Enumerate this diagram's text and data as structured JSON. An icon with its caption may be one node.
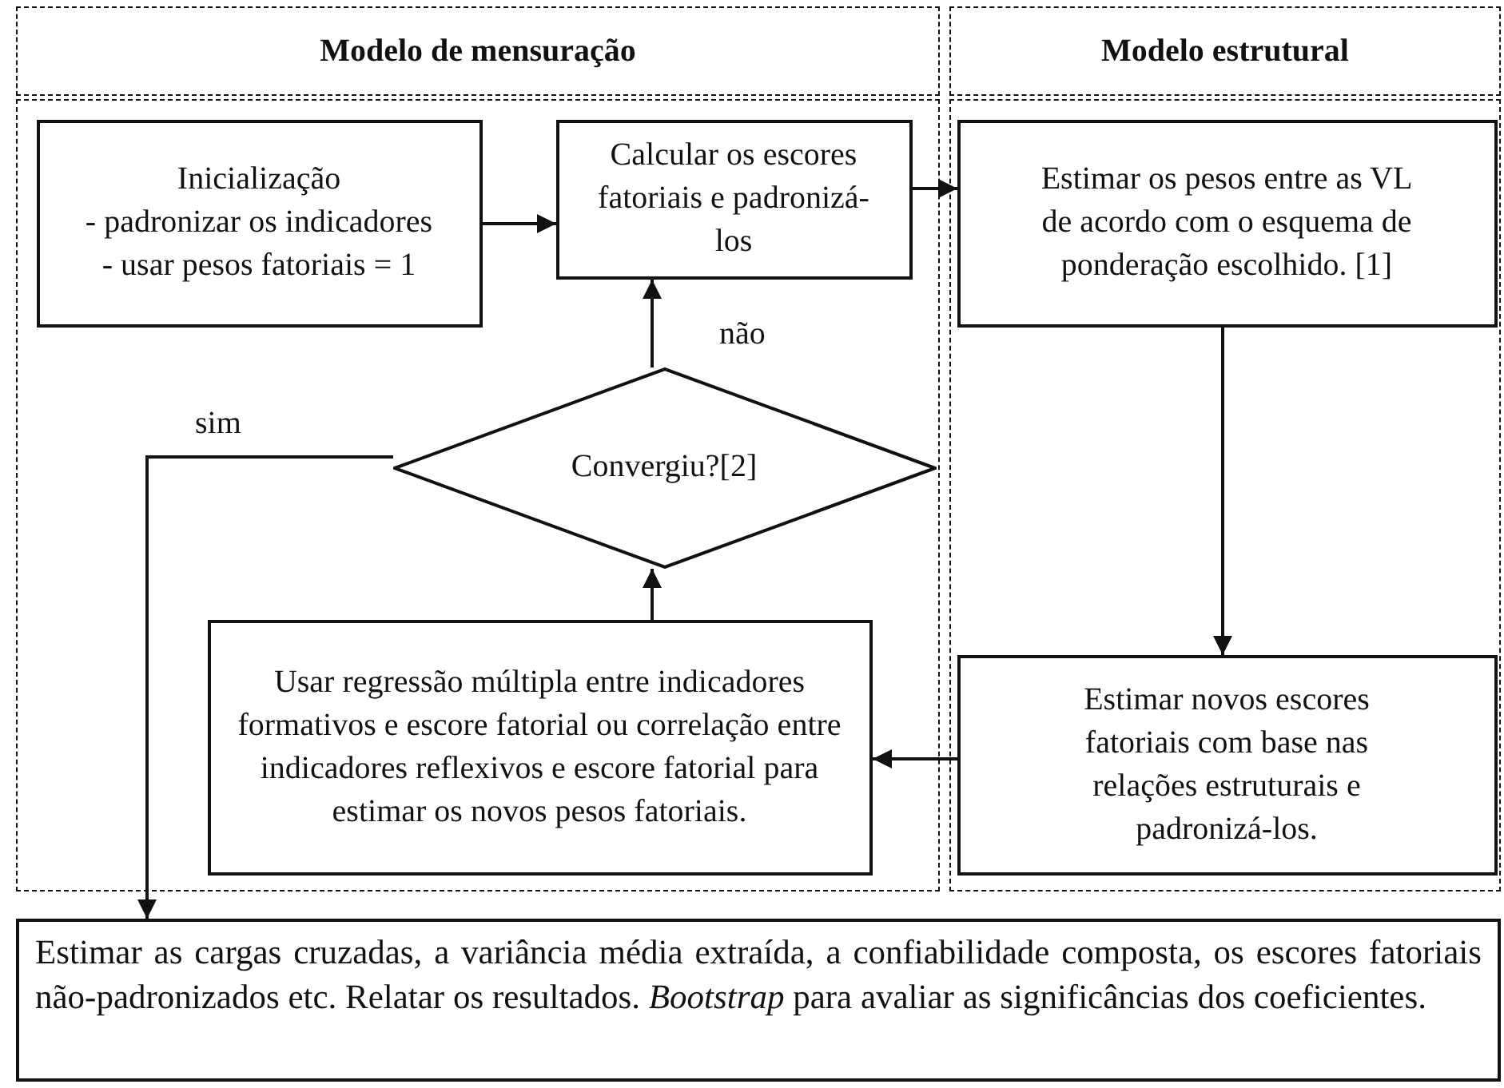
{
  "diagram": {
    "nodes": [
      {
        "text": [
          "Modelo de mensuração"
        ]
      },
      {
        "text": [
          "Modelo estrutural"
        ]
      },
      {
        "text": [],
        "shape": "box"
      },
      {
        "text": [
          "Inicialização",
          "- padronizar os indicadores",
          "- usar pesos fatoriais = 1"
        ],
        "in": 2
      },
      {
        "text": [
          "Calcular os escores fatoriais e padronizá-los"
        ],
        "in": 2
      },
      {
        "text": [
          "Convergiu?[2]"
        ],
        "in": 2
      },
      {
        "text": [
          "Usar regressão múltipla entre indicadores formativos e escore fatorial ou correlação entre indicadores reflexivos e escore fatorial para estimar os novos pesos fatoriais."
        ],
        "in": 2
      },
      {
        "text": [],
        "shape": "box"
      },
      {
        "text": [
          "Estimar os pesos entre as VL de acordo com o esquema de ponderação escolhido. [1]"
        ],
        "in": 7
      },
      {
        "text": [
          "Estimar novos escores fatoriais com base nas relações estruturais e padronizá-los."
        ],
        "in": 7
      },
      {
        "text": [
          "Estimar as cargas cruzadas, a variância média extraída, a confiabilidade composta, os escores fatoriais não-padronizados etc. Relatar os resultados. *Bootstrap* para avaliar as significâncias dos coeficientes."
        ]
      }
    ],
    "edges": [
      {
        "from": 3,
        "to": 4,
        "arrow": "to"
      },
      {
        "from": 4,
        "to": 8,
        "arrow": "to"
      },
      {
        "from": 8,
        "to": 9,
        "arrow": "to"
      },
      {
        "from": 9,
        "to": 6,
        "arrow": "to"
      },
      {
        "from": 6,
        "to": 5,
        "arrow": "to"
      },
      {
        "from": 5,
        "to": 4,
        "arrow": "to",
        "label": "não"
      },
      {
        "from": 5,
        "to": 10,
        "arrow": "to",
        "label": "sim"
      }
    ]
  }
}
